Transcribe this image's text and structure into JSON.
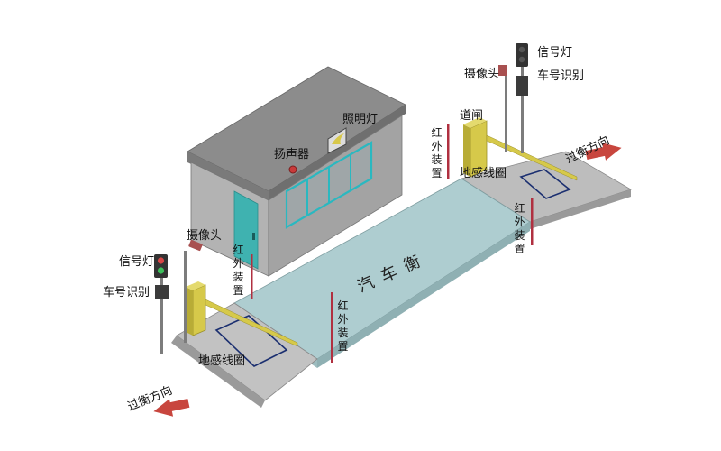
{
  "scale_title": "汽车衡",
  "labels": {
    "signal_light_left": "信号灯",
    "plate_recog_left": "车号识别",
    "camera_left": "摄像头",
    "infrared_booth": "红外装置",
    "loudspeaker": "扬声器",
    "lighting_lamp": "照明灯",
    "infrared_front_left": "红外装置",
    "loop_left": "地感线圈",
    "direction_left": "过衡方向",
    "infrared_back_left": "红外装置",
    "barrier_gate": "道闸",
    "camera_right": "摄像头",
    "signal_light_right": "信号灯",
    "plate_recog_right": "车号识别",
    "loop_right": "地感线圈",
    "infrared_right": "红外装置",
    "direction_right": "过衡方向"
  },
  "colors": {
    "platform_top": "#aecdd0",
    "platform_side": "#8fb0b3",
    "ramp": "#bdbdbd",
    "ramp_side": "#9a9a9a",
    "booth_wall": "#a9a9a9",
    "booth_roof": "#8c8c8c",
    "window_frame": "#2ab8c0",
    "door": "#3fb2b0",
    "gate_body": "#d6c94a",
    "arrow": "#c8463e",
    "infrared_post": "#b03040"
  }
}
